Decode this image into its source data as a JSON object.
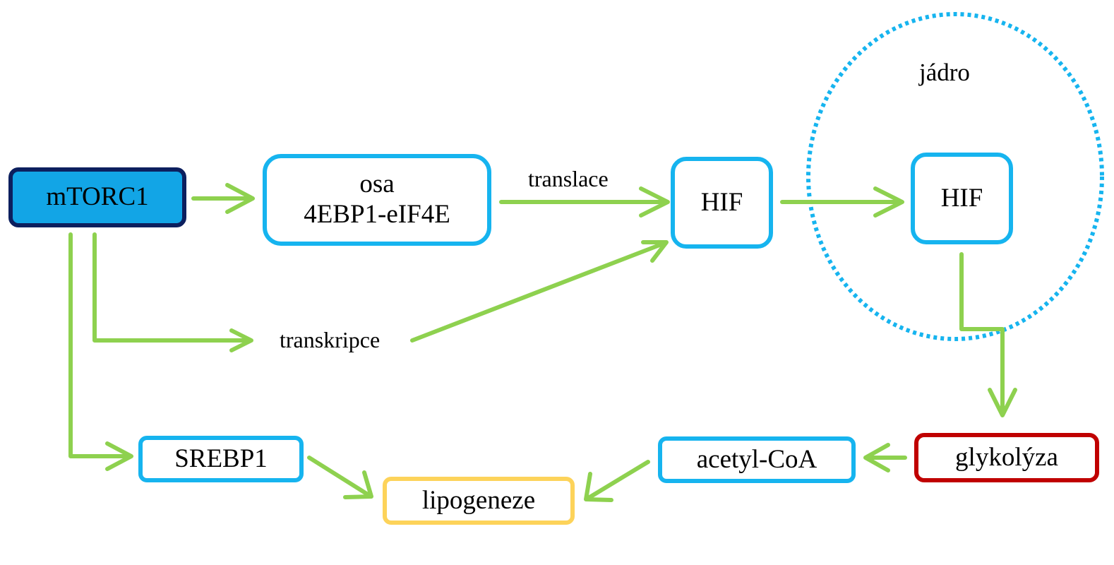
{
  "colors": {
    "arrow": "#8ed14f",
    "box_blue": "#16b4ef",
    "mtorc1_fill": "#12a5e6",
    "mtorc1_border": "#0c1f5e",
    "glykolyza_border": "#c00000",
    "lipogeneze_border": "#fdd35a",
    "nucleus_dotted": "#16b4ef"
  },
  "nodes": {
    "mtorc1": "mTORC1",
    "osa_line1": "osa",
    "osa_line2": "4EBP1-eIF4E",
    "hif_cytoplasm": "HIF",
    "hif_nucleus": "HIF",
    "srebp1": "SREBP1",
    "acetyl_coa": "acetyl-CoA",
    "glykolyza": "glykolýza",
    "lipogeneze": "lipogeneze"
  },
  "labels": {
    "translace": "translace",
    "transkripce": "transkripce",
    "jadro": "jádro"
  },
  "edges": [
    {
      "from": "mTORC1",
      "to": "osa 4EBP1-eIF4E"
    },
    {
      "from": "osa 4EBP1-eIF4E",
      "to": "HIF",
      "label": "translace"
    },
    {
      "from": "mTORC1",
      "to": "HIF",
      "label": "transkripce"
    },
    {
      "from": "HIF",
      "to": "HIF (jádro)"
    },
    {
      "from": "HIF (jádro)",
      "to": "glykolýza"
    },
    {
      "from": "glykolýza",
      "to": "acetyl-CoA"
    },
    {
      "from": "acetyl-CoA",
      "to": "lipogeneze"
    },
    {
      "from": "mTORC1",
      "to": "SREBP1"
    },
    {
      "from": "SREBP1",
      "to": "lipogeneze"
    }
  ]
}
